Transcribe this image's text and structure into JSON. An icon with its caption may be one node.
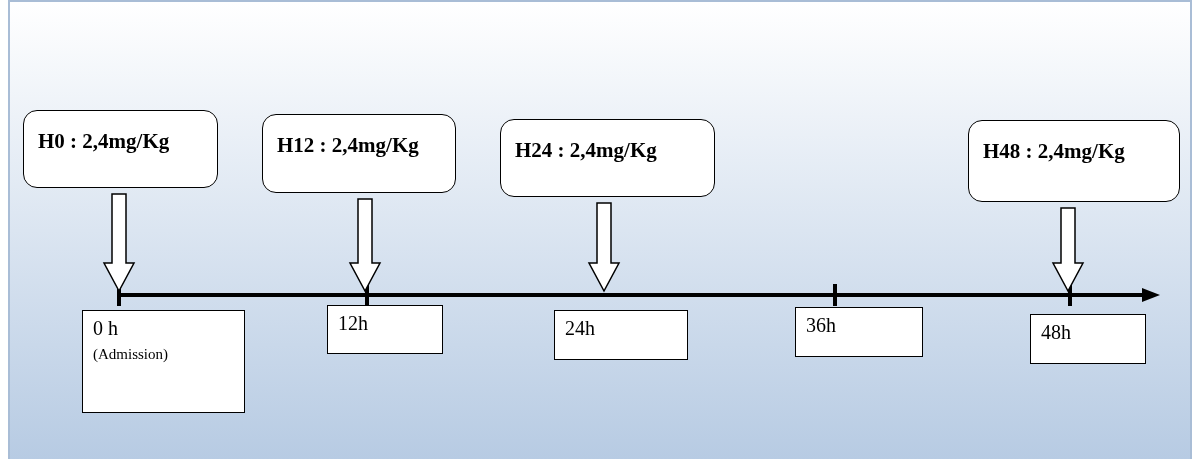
{
  "diagram": {
    "nodes": [
      {
        "text": [
          "H0 : 2,4mg/Kg"
        ]
      },
      {
        "text": [
          "H12 : 2,4mg/Kg"
        ]
      },
      {
        "text": [
          "H24 : 2,4mg/Kg"
        ]
      },
      {
        "text": [
          "H48 : 2,4mg/Kg"
        ]
      },
      {
        "text": [
          "0 h",
          "(Admission)"
        ]
      },
      {
        "text": [
          "12h"
        ]
      },
      {
        "text": [
          "24h"
        ]
      },
      {
        "text": [
          "36h"
        ]
      },
      {
        "text": [
          "48h"
        ]
      }
    ],
    "edges": [
      {
        "from": 0,
        "to": null,
        "arrow": "to"
      },
      {
        "from": 1,
        "to": null,
        "arrow": "to"
      },
      {
        "from": 2,
        "to": null,
        "arrow": "to"
      },
      {
        "from": 3,
        "to": null,
        "arrow": "to"
      }
    ]
  }
}
